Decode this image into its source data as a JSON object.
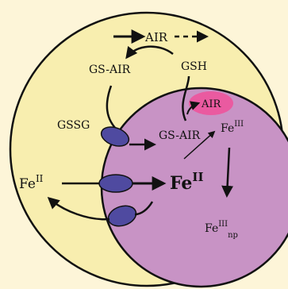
{
  "colors": {
    "background": "#fdf5d8",
    "cell_fill": "#f8eeaf",
    "inner_fill": "#c893c5",
    "transporter_fill": "#4f4aa0",
    "air_blob_fill": "#ea5aa0",
    "stroke": "#111111"
  },
  "labels": {
    "air_top": "AIR",
    "gs_air_outer": "GS-AIR",
    "gsh": "GSH",
    "air_blob": "AIR",
    "gssg": "GSSG",
    "gs_air_inner": "GS-AIR",
    "fe3_base": "Fe",
    "fe3_sup": "III",
    "fe_ext_base": "Fe",
    "fe_ext_sup": "II",
    "fe_int_base": "Fe",
    "fe_int_sup": "II",
    "fe3np_base": "Fe",
    "fe3np_sup": "III",
    "fe3np_sub": "np"
  },
  "icons": {
    "transporters": [
      "gssg-transporter-icon",
      "fe-import-transporter-icon",
      "fe-export-transporter-icon"
    ],
    "blob": "air-blob-icon"
  }
}
